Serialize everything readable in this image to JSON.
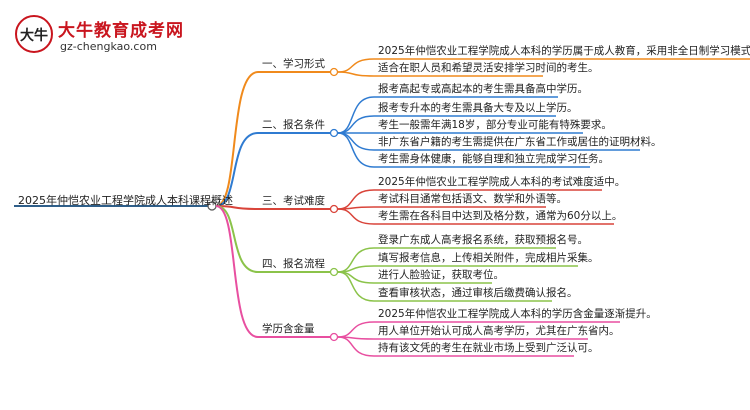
{
  "logo": {
    "glyph": "大牛",
    "title": "大牛教育成考网",
    "url": "gz-chengkao.com"
  },
  "root": "2025年仲恺农业工程学院成人本科课程概述",
  "branches": [
    {
      "label": "一、学习形式",
      "color": "#f08a1c",
      "leaves": [
        "2025年仲恺农业工程学院成人本科的学历属于成人教育，采用非全日制学习模式。",
        "适合在职人员和希望灵活安排学习时间的考生。"
      ]
    },
    {
      "label": "二、报名条件",
      "color": "#2f7bd1",
      "leaves": [
        "报考高起专或高起本的考生需具备高中学历。",
        "报考专升本的考生需具备大专及以上学历。",
        "考生一般需年满18岁，部分专业可能有特殊要求。",
        "非广东省户籍的考生需提供在广东省工作或居住的证明材料。",
        "考生需身体健康，能够自理和独立完成学习任务。"
      ]
    },
    {
      "label": "三、考试难度",
      "color": "#d9443a",
      "leaves": [
        "2025年仲恺农业工程学院成人本科的考试难度适中。",
        "考试科目通常包括语文、数学和外语等。",
        "考生需在各科目中达到及格分数，通常为60分以上。"
      ]
    },
    {
      "label": "四、报名流程",
      "color": "#8bc34a",
      "leaves": [
        "登录广东成人高考报名系统，获取预报名号。",
        "填写报考信息，上传相关附件，完成相片采集。",
        "进行人脸验证，获取考位。",
        "查看审核状态，通过审核后缴费确认报名。"
      ]
    },
    {
      "label": "学历含金量",
      "color": "#e84fa0",
      "leaves": [
        "2025年仲恺农业工程学院成人本科的学历含金量逐渐提升。",
        "用人单位开始认可成人高考学历，尤其在广东省内。",
        "持有该文凭的考生在就业市场上受到广泛认可。"
      ]
    }
  ]
}
